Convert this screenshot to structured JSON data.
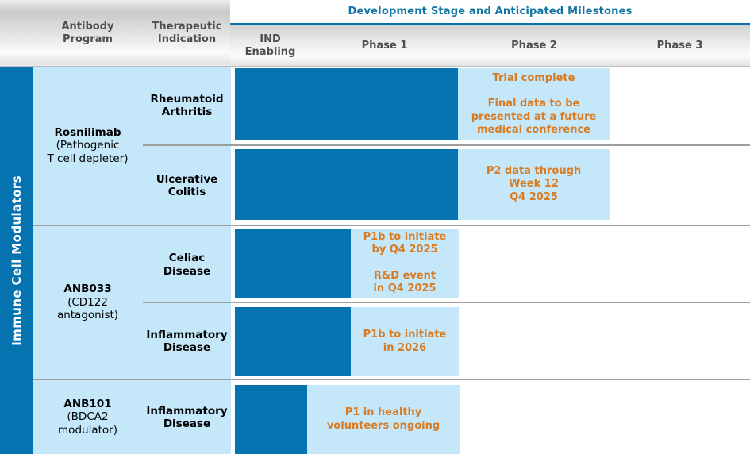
{
  "title": "Development Stage and Anticipated Milestones",
  "category_sidebar": "Immune Cell Modulators",
  "columns": {
    "antibody": "Antibody\nProgram",
    "indication": "Therapeutic\nIndication",
    "stages": [
      "IND\nEnabling",
      "Phase 1",
      "Phase 2",
      "Phase 3"
    ]
  },
  "groups": [
    {
      "program": "Rosnilimab",
      "mechanism": "(Pathogenic\nT cell depleter)",
      "rows": [
        {
          "indication": "Rheumatoid\nArthritis",
          "milestone": "Trial complete\n\nFinal data to be\npresented at a future\nmedical conference"
        },
        {
          "indication": "Ulcerative\nColitis",
          "milestone": "P2 data through\nWeek 12\nQ4 2025"
        }
      ]
    },
    {
      "program": "ANB033",
      "mechanism": "(CD122\nantagonist)",
      "rows": [
        {
          "indication": "Celiac\nDisease",
          "milestone": "P1b to initiate\nby Q4 2025\n\nR&D event\nin Q4 2025"
        },
        {
          "indication": "Inflammatory\nDisease",
          "milestone": "P1b to initiate\nin 2026"
        }
      ]
    },
    {
      "program": "ANB101",
      "mechanism": "(BDCA2\nmodulator)",
      "rows": [
        {
          "indication": "Inflammatory\nDisease",
          "milestone": "P1 in healthy\nvolunteers ongoing"
        }
      ]
    }
  ],
  "colors": {
    "bar_blue": "#0673b1",
    "light_blue": "#c5e7fa",
    "milestone_orange": "#d97b21",
    "title_teal": "#1276a4",
    "header_text_gray": "#4e4e4e",
    "divider_gray": "#9e9e9e"
  },
  "chart_data": {
    "type": "table",
    "title": "Development Stage and Anticipated Milestones",
    "category": "Immune Cell Modulators",
    "stages": [
      "IND Enabling",
      "Phase 1",
      "Phase 2",
      "Phase 3"
    ],
    "stage_axis_units": "0=start IND Enabling, 1=start Phase 1, 2=start Phase 2, 3=start Phase 3, 4=end Phase 3",
    "rows": [
      {
        "program": "Rosnilimab (Pathogenic T cell depleter)",
        "indication": "Rheumatoid Arthritis",
        "bar_end_stage": 2.0,
        "highlight_stage_range": [
          2.0,
          3.0
        ],
        "milestone": "Trial complete; Final data to be presented at a future medical conference"
      },
      {
        "program": "Rosnilimab (Pathogenic T cell depleter)",
        "indication": "Ulcerative Colitis",
        "bar_end_stage": 2.0,
        "highlight_stage_range": [
          2.0,
          3.0
        ],
        "milestone": "P2 data through Week 12 Q4 2025"
      },
      {
        "program": "ANB033 (CD122 antagonist)",
        "indication": "Celiac Disease",
        "bar_end_stage": 1.3,
        "highlight_stage_range": [
          1.3,
          2.0
        ],
        "milestone": "P1b to initiate by Q4 2025; R&D event in Q4 2025"
      },
      {
        "program": "ANB033 (CD122 antagonist)",
        "indication": "Inflammatory Disease",
        "bar_end_stage": 1.3,
        "highlight_stage_range": [
          1.3,
          2.0
        ],
        "milestone": "P1b to initiate in 2026"
      },
      {
        "program": "ANB101 (BDCA2 modulator)",
        "indication": "Inflammatory Disease",
        "bar_end_stage": 1.0,
        "highlight_stage_range": [
          1.0,
          2.0
        ],
        "milestone": "P1 in healthy volunteers ongoing"
      }
    ]
  }
}
